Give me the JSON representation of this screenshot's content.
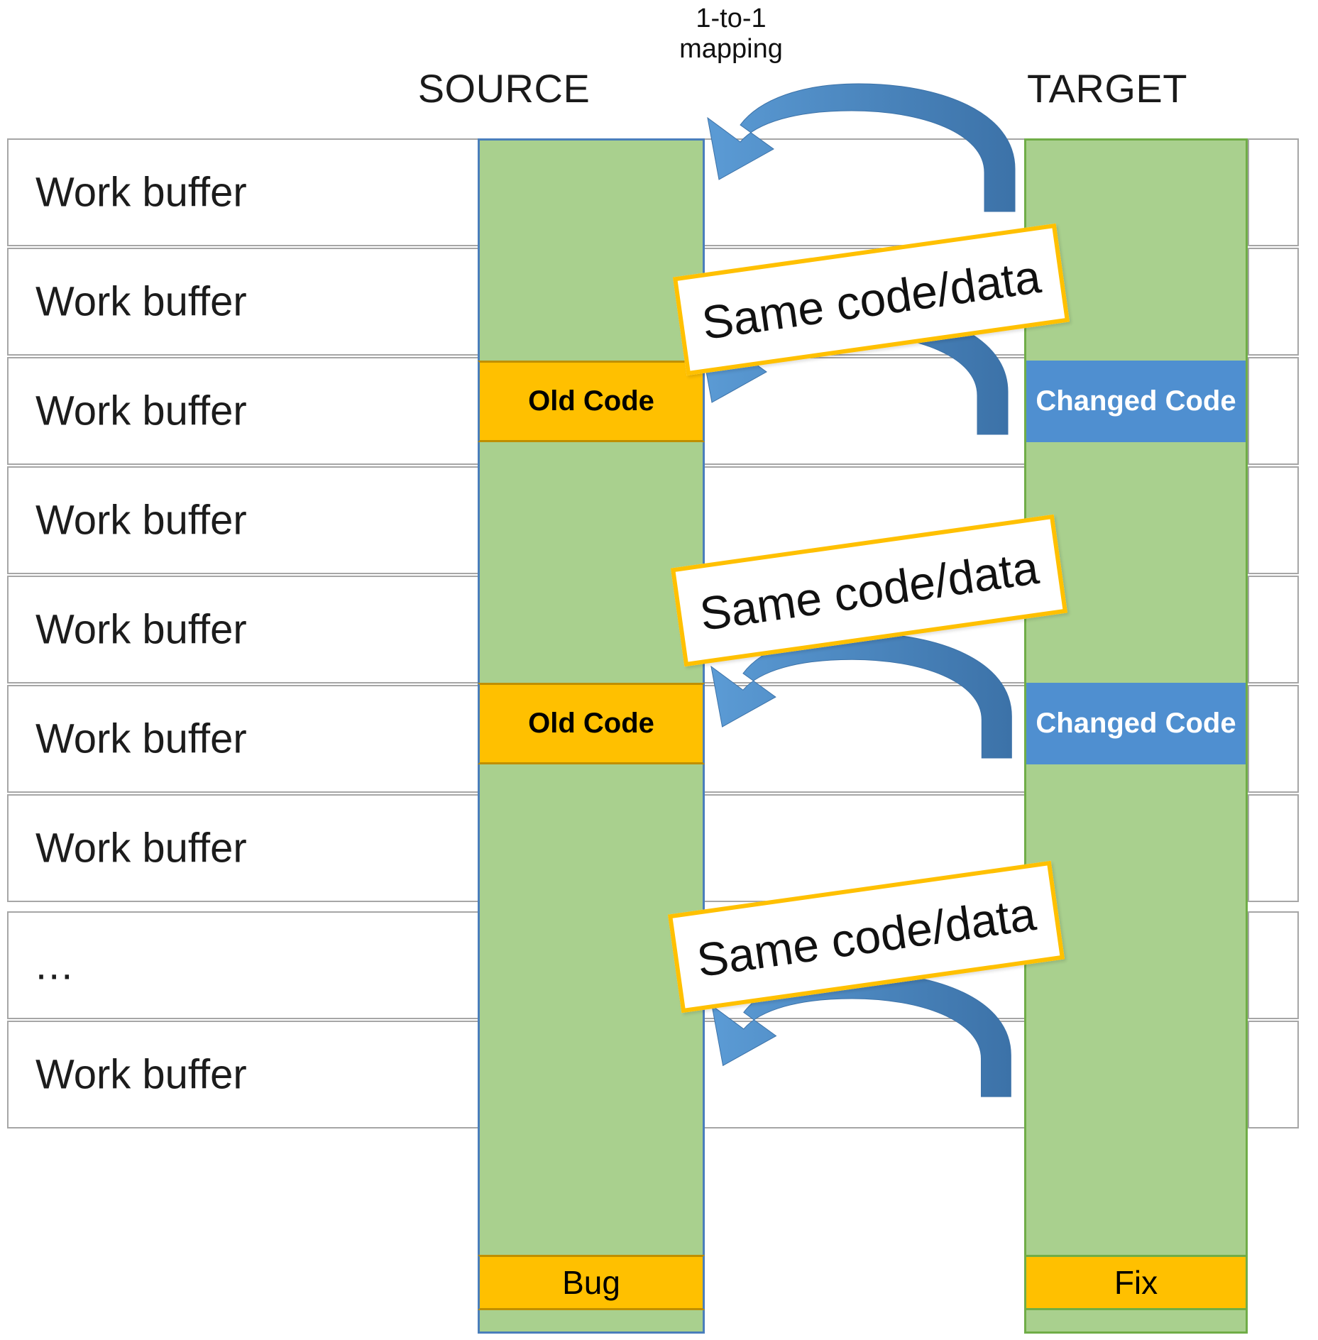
{
  "headers": {
    "source": "SOURCE",
    "target": "TARGET",
    "mapping_line1": "1-to-1",
    "mapping_line2": "mapping"
  },
  "rows": [
    {
      "label": "Work buffer"
    },
    {
      "label": "Work buffer"
    },
    {
      "label": "Work buffer"
    },
    {
      "label": "Work buffer"
    },
    {
      "label": "Work buffer"
    },
    {
      "label": "Work buffer"
    },
    {
      "label": "Work buffer"
    },
    {
      "label": "..."
    },
    {
      "label": "Work buffer"
    }
  ],
  "source_column": {
    "chips": [
      {
        "label": "Old Code"
      },
      {
        "label": "Old Code"
      },
      {
        "label": "Bug"
      }
    ]
  },
  "target_column": {
    "chips": [
      {
        "label": "Changed Code"
      },
      {
        "label": "Changed Code"
      },
      {
        "label": "Fix"
      }
    ]
  },
  "callouts": [
    {
      "label": "Same code/data"
    },
    {
      "label": "Same code/data"
    },
    {
      "label": "Same code/data"
    }
  ],
  "colors": {
    "same_code_green": "#a9d08e",
    "old_code_orange": "#ffc000",
    "changed_code_blue": "#4f8fd0",
    "arrow_blue": "#4a86c5",
    "arrow_blue_dark": "#3c72a8",
    "callout_border": "#ffc000",
    "row_border": "#a6a6a6",
    "source_border": "#4a7ebb",
    "target_border": "#70ad47"
  }
}
